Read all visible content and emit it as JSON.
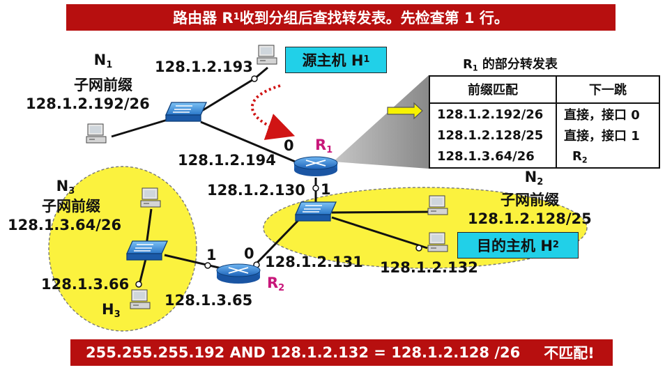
{
  "header": {
    "text_pre": "路由器 R",
    "text_sub": "1",
    "text_post": " 收到分组后查找转发表。先检查第 1 行。"
  },
  "networks": {
    "n1": {
      "name": "N",
      "sub": "1",
      "prefix_label": "子网前缀",
      "prefix": "128.1.2.192/26"
    },
    "n2": {
      "name": "N",
      "sub": "2",
      "prefix_label": "子网前缀",
      "prefix": "128.1.2.128/25"
    },
    "n3": {
      "name": "N",
      "sub": "3",
      "prefix_label": "子网前缀",
      "prefix": "128.1.3.64/26"
    }
  },
  "hosts": {
    "h1": {
      "name": "源主机 H",
      "sub": "1",
      "ip": "128.1.2.193"
    },
    "h2": {
      "name": "目的主机 H",
      "sub": "2",
      "ip": "128.1.2.132"
    },
    "h3": {
      "name": "H",
      "sub": "3",
      "ip": "128.1.3.66"
    }
  },
  "routers": {
    "r1": {
      "name": "R",
      "sub": "1",
      "port0_num": "0",
      "port0_ip": "128.1.2.194",
      "port1_num": "1",
      "port1_ip": "128.1.2.130"
    },
    "r2": {
      "name": "R",
      "sub": "2",
      "port0_num": "0",
      "port0_ip": "128.1.2.131",
      "port1_num": "1",
      "port1_ip": "128.1.3.65"
    }
  },
  "table": {
    "title_pre": "R",
    "title_sub": "1",
    "title_post": " 的部分转发表",
    "headers": [
      "前缀匹配",
      "下一跳"
    ],
    "rows": [
      {
        "prefix": "128.1.2.192/26",
        "next_hop": "直接，接口 0"
      },
      {
        "prefix": "128.1.2.128/25",
        "next_hop": "直接，接口 1"
      },
      {
        "prefix": "128.1.3.64/26",
        "next_hop_pre": "R",
        "next_hop_sub": "2"
      }
    ]
  },
  "footer": {
    "calc": "255.255.255.192 AND 128.1.2.132 = 128.1.2.128 /26",
    "result": "不匹配!"
  },
  "colors": {
    "banner": "#b70f0f",
    "subnet_fill": "#fbf23e",
    "host_box": "#21d0e8",
    "router_label": "#c8177a",
    "arrow": "#d01414",
    "pointer": "#f7f200"
  }
}
